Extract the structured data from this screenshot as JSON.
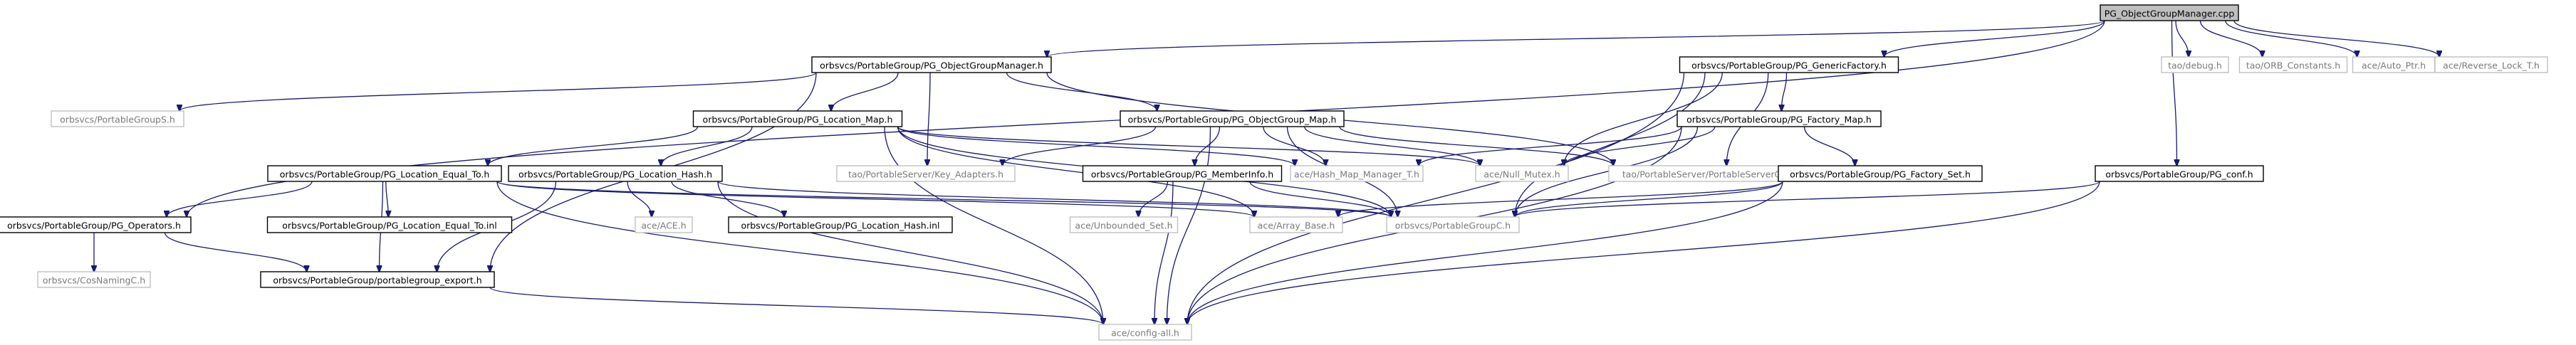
{
  "graph": {
    "title": "PG_ObjectGroupManager.cpp",
    "colors": {
      "edge": "#191970",
      "node_border": "#000000",
      "external_border": "#c0c0c0",
      "external_text": "#7a7a7a",
      "root_fill": "#bfbfbf",
      "background": "#ffffff"
    },
    "nodes": [
      {
        "id": "root",
        "label": "PG_ObjectGroupManager.cpp",
        "kind": "root"
      },
      {
        "id": "ogm_h",
        "label": "orbsvcs/PortableGroup/PG_ObjectGroupManager.h",
        "kind": "doc"
      },
      {
        "id": "gf_h",
        "label": "orbsvcs/PortableGroup/PG_GenericFactory.h",
        "kind": "doc"
      },
      {
        "id": "debug",
        "label": "tao/debug.h",
        "kind": "ext"
      },
      {
        "id": "orbconst",
        "label": "tao/ORB_Constants.h",
        "kind": "ext"
      },
      {
        "id": "autoptr",
        "label": "ace/Auto_Ptr.h",
        "kind": "ext"
      },
      {
        "id": "revlock",
        "label": "ace/Reverse_Lock_T.h",
        "kind": "ext"
      },
      {
        "id": "pgS",
        "label": "orbsvcs/PortableGroupS.h",
        "kind": "ext"
      },
      {
        "id": "locmap",
        "label": "orbsvcs/PortableGroup/PG_Location_Map.h",
        "kind": "doc"
      },
      {
        "id": "ogmap",
        "label": "orbsvcs/PortableGroup/PG_ObjectGroup_Map.h",
        "kind": "doc"
      },
      {
        "id": "facmap",
        "label": "orbsvcs/PortableGroup/PG_Factory_Map.h",
        "kind": "doc"
      },
      {
        "id": "keyadapt",
        "label": "tao/PortableServer/Key_Adapters.h",
        "kind": "ext"
      },
      {
        "id": "hashmgr",
        "label": "ace/Hash_Map_Manager_T.h",
        "kind": "ext"
      },
      {
        "id": "nullmutex",
        "label": "ace/Null_Mutex.h",
        "kind": "ext"
      },
      {
        "id": "psC",
        "label": "tao/PortableServer/PortableServerC.h",
        "kind": "ext"
      },
      {
        "id": "loceq",
        "label": "orbsvcs/PortableGroup/PG_Location_Equal_To.h",
        "kind": "doc"
      },
      {
        "id": "lochash",
        "label": "orbsvcs/PortableGroup/PG_Location_Hash.h",
        "kind": "doc"
      },
      {
        "id": "meminfo",
        "label": "orbsvcs/PortableGroup/PG_MemberInfo.h",
        "kind": "doc"
      },
      {
        "id": "facset",
        "label": "orbsvcs/PortableGroup/PG_Factory_Set.h",
        "kind": "doc"
      },
      {
        "id": "conf",
        "label": "orbsvcs/PortableGroup/PG_conf.h",
        "kind": "doc"
      },
      {
        "id": "ops",
        "label": "orbsvcs/PortableGroup/PG_Operators.h",
        "kind": "doc"
      },
      {
        "id": "loceqinl",
        "label": "orbsvcs/PortableGroup/PG_Location_Equal_To.inl",
        "kind": "doc"
      },
      {
        "id": "acece",
        "label": "ace/ACE.h",
        "kind": "ext"
      },
      {
        "id": "lochashinl",
        "label": "orbsvcs/PortableGroup/PG_Location_Hash.inl",
        "kind": "doc"
      },
      {
        "id": "unbset",
        "label": "ace/Unbounded_Set.h",
        "kind": "ext"
      },
      {
        "id": "arrbase",
        "label": "ace/Array_Base.h",
        "kind": "ext"
      },
      {
        "id": "pgC",
        "label": "orbsvcs/PortableGroupC.h",
        "kind": "ext"
      },
      {
        "id": "cosnaming",
        "label": "orbsvcs/CosNamingC.h",
        "kind": "ext"
      },
      {
        "id": "export",
        "label": "orbsvcs/PortableGroup/portablegroup_export.h",
        "kind": "doc"
      },
      {
        "id": "configall",
        "label": "ace/config-all.h",
        "kind": "ext"
      }
    ],
    "edges": [
      [
        "root",
        "ogm_h"
      ],
      [
        "root",
        "gf_h"
      ],
      [
        "root",
        "debug"
      ],
      [
        "root",
        "orbconst"
      ],
      [
        "root",
        "autoptr"
      ],
      [
        "root",
        "revlock"
      ],
      [
        "root",
        "conf"
      ],
      [
        "root",
        "ops"
      ],
      [
        "ogm_h",
        "pgS"
      ],
      [
        "ogm_h",
        "locmap"
      ],
      [
        "ogm_h",
        "ogmap"
      ],
      [
        "ogm_h",
        "keyadapt"
      ],
      [
        "ogm_h",
        "psC"
      ],
      [
        "ogm_h",
        "export"
      ],
      [
        "gf_h",
        "facmap"
      ],
      [
        "gf_h",
        "nullmutex"
      ],
      [
        "gf_h",
        "psC"
      ],
      [
        "gf_h",
        "pgC"
      ],
      [
        "gf_h",
        "configall"
      ],
      [
        "locmap",
        "loceq"
      ],
      [
        "locmap",
        "lochash"
      ],
      [
        "locmap",
        "hashmgr"
      ],
      [
        "locmap",
        "nullmutex"
      ],
      [
        "locmap",
        "arrbase"
      ],
      [
        "locmap",
        "pgC"
      ],
      [
        "locmap",
        "configall"
      ],
      [
        "ogmap",
        "keyadapt"
      ],
      [
        "ogmap",
        "meminfo"
      ],
      [
        "ogmap",
        "hashmgr"
      ],
      [
        "ogmap",
        "nullmutex"
      ],
      [
        "ogmap",
        "psC"
      ],
      [
        "ogmap",
        "pgC"
      ],
      [
        "ogmap",
        "configall"
      ],
      [
        "facmap",
        "facset"
      ],
      [
        "facmap",
        "hashmgr"
      ],
      [
        "facmap",
        "nullmutex"
      ],
      [
        "facmap",
        "pgC"
      ],
      [
        "facmap",
        "configall"
      ],
      [
        "loceq",
        "ops"
      ],
      [
        "loceq",
        "loceqinl"
      ],
      [
        "loceq",
        "export"
      ],
      [
        "loceq",
        "pgC"
      ],
      [
        "loceq",
        "arrbase"
      ],
      [
        "loceq",
        "configall"
      ],
      [
        "lochash",
        "acece"
      ],
      [
        "lochash",
        "lochashinl"
      ],
      [
        "lochash",
        "export"
      ],
      [
        "lochash",
        "pgC"
      ],
      [
        "lochash",
        "configall"
      ],
      [
        "meminfo",
        "unbset"
      ],
      [
        "meminfo",
        "pgC"
      ],
      [
        "meminfo",
        "configall"
      ],
      [
        "facset",
        "arrbase"
      ],
      [
        "facset",
        "pgC"
      ],
      [
        "facset",
        "configall"
      ],
      [
        "conf",
        "pgC"
      ],
      [
        "conf",
        "configall"
      ],
      [
        "ops",
        "cosnaming"
      ],
      [
        "ops",
        "export"
      ],
      [
        "export",
        "configall"
      ]
    ]
  }
}
